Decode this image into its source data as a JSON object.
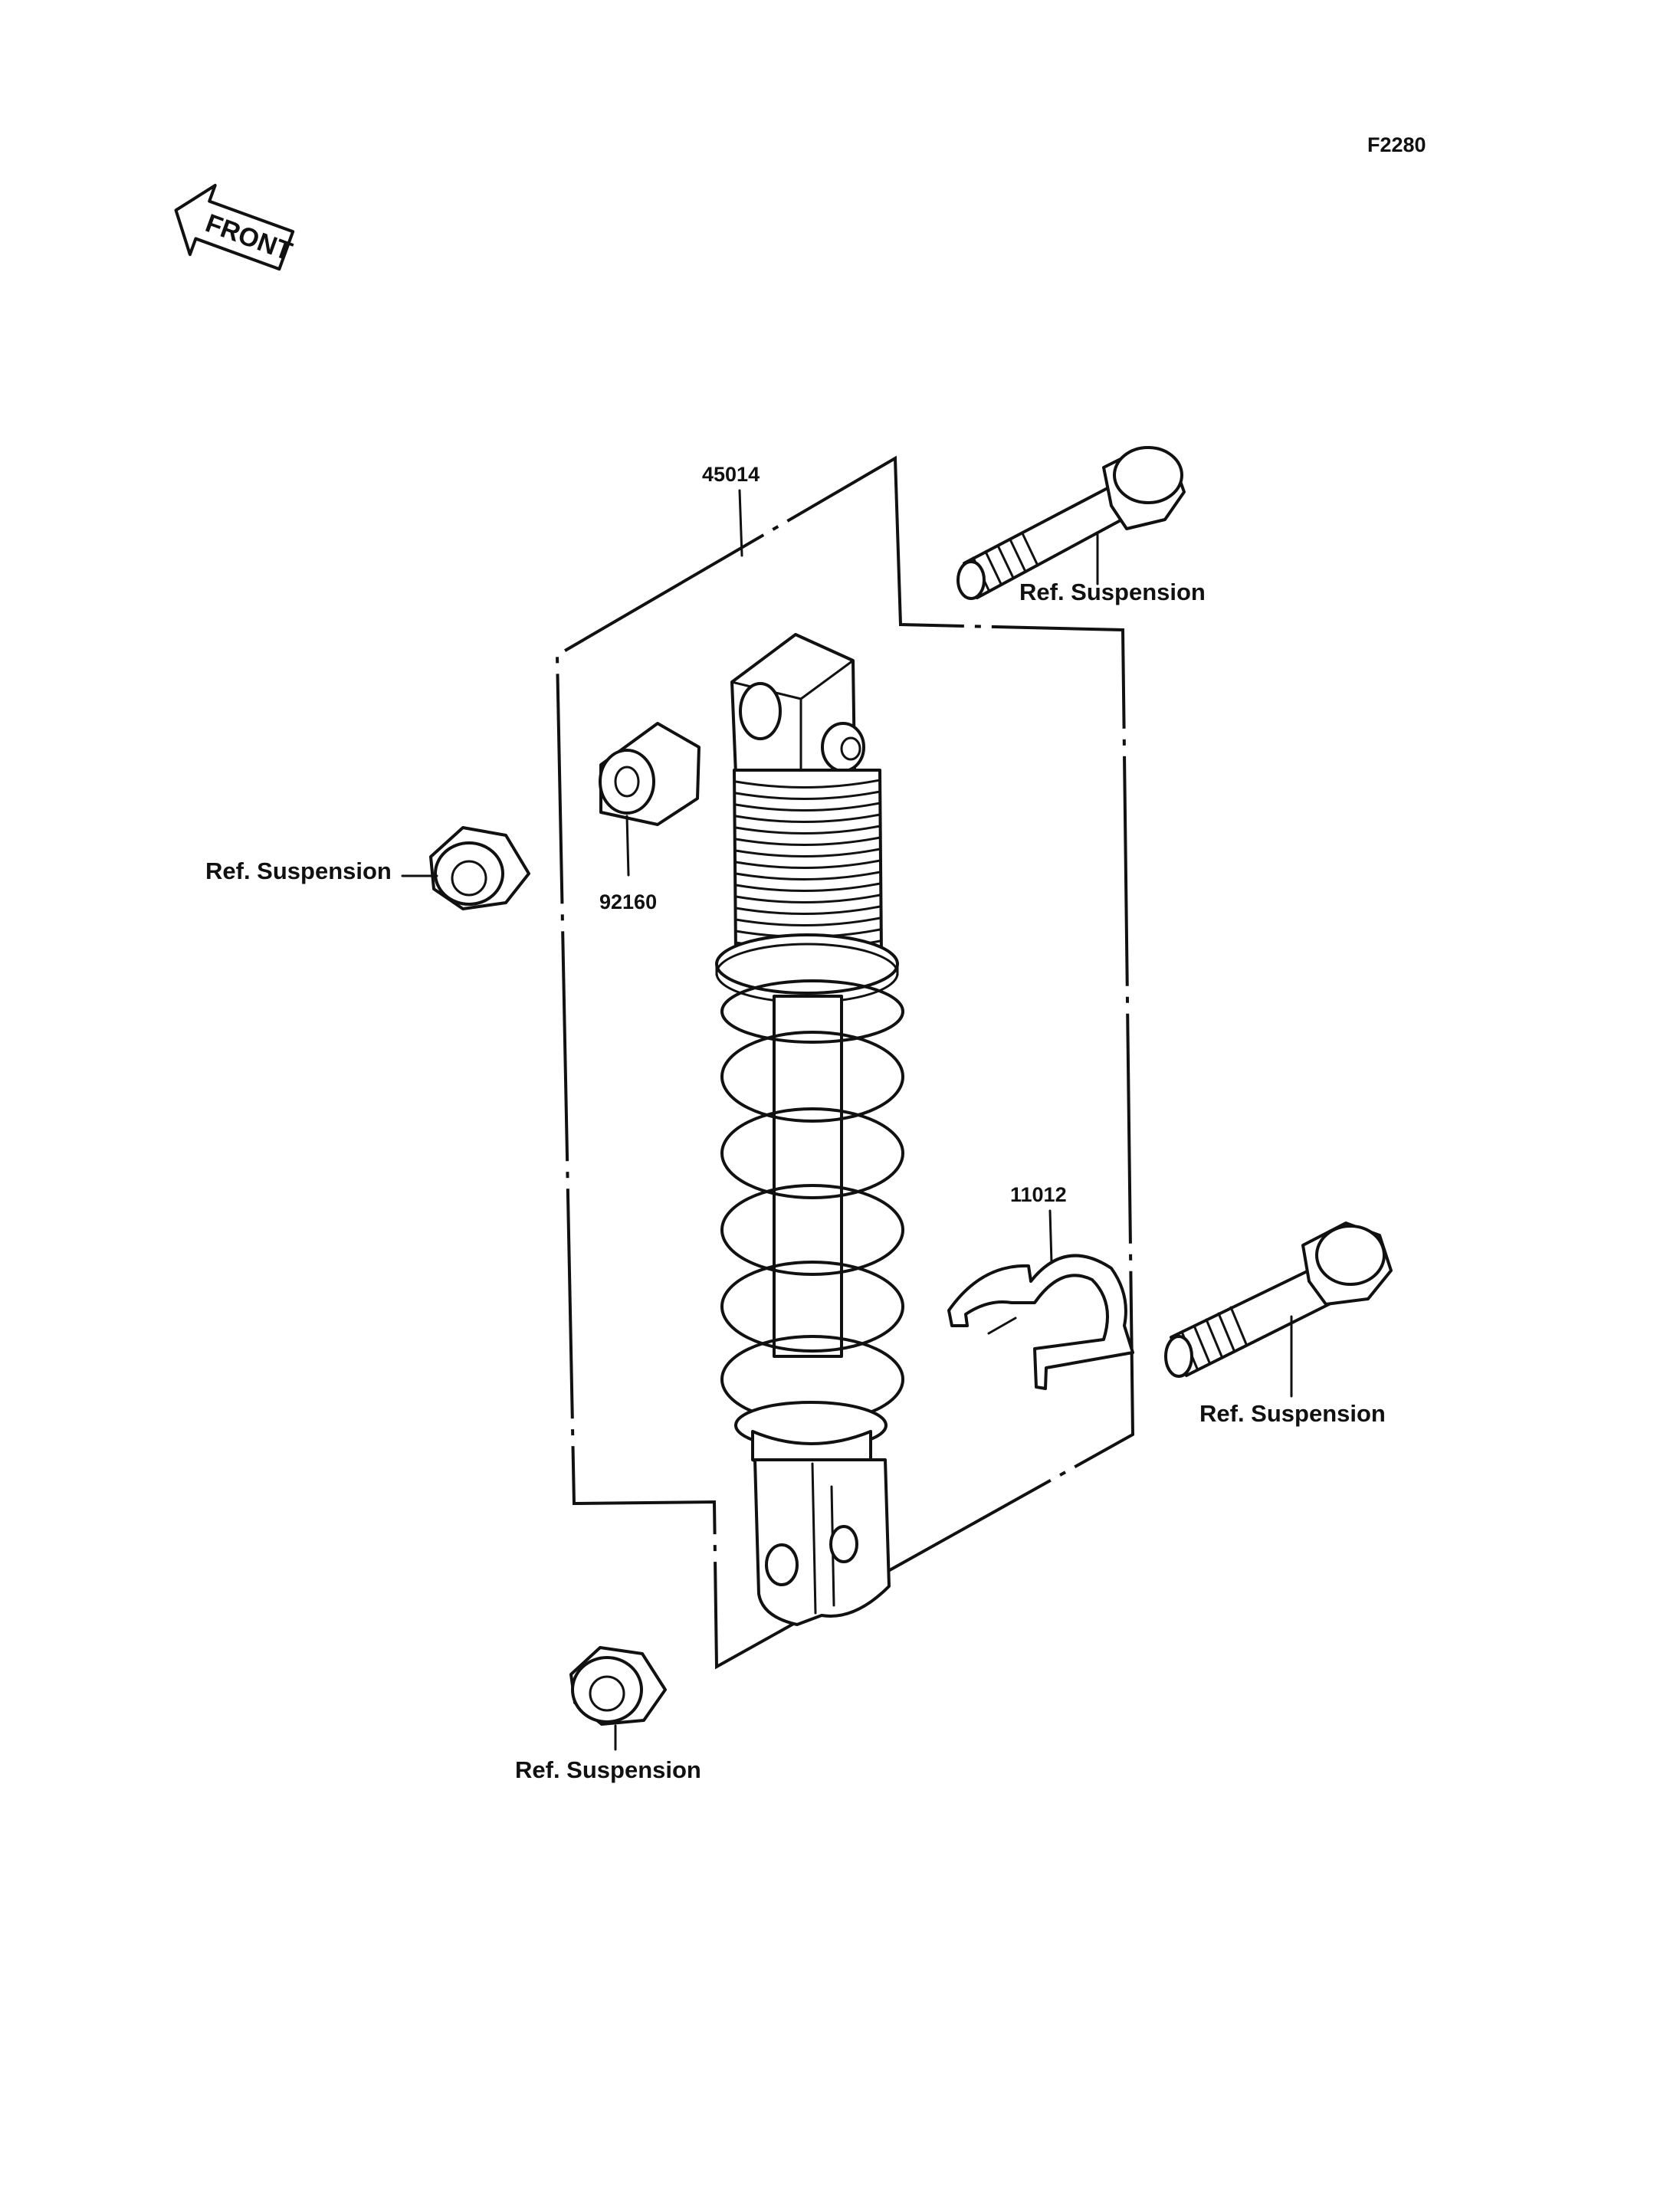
{
  "diagram": {
    "figure_code": "F2280",
    "front_arrow_label": "FRONT",
    "callouts": {
      "assembly": "45014",
      "bushing": "92160",
      "clamp": "11012",
      "bolt_upper": "Ref. Suspension",
      "nut_left": "Ref. Suspension",
      "bolt_lower": "Ref. Suspension",
      "nut_bottom": "Ref. Suspension"
    }
  }
}
